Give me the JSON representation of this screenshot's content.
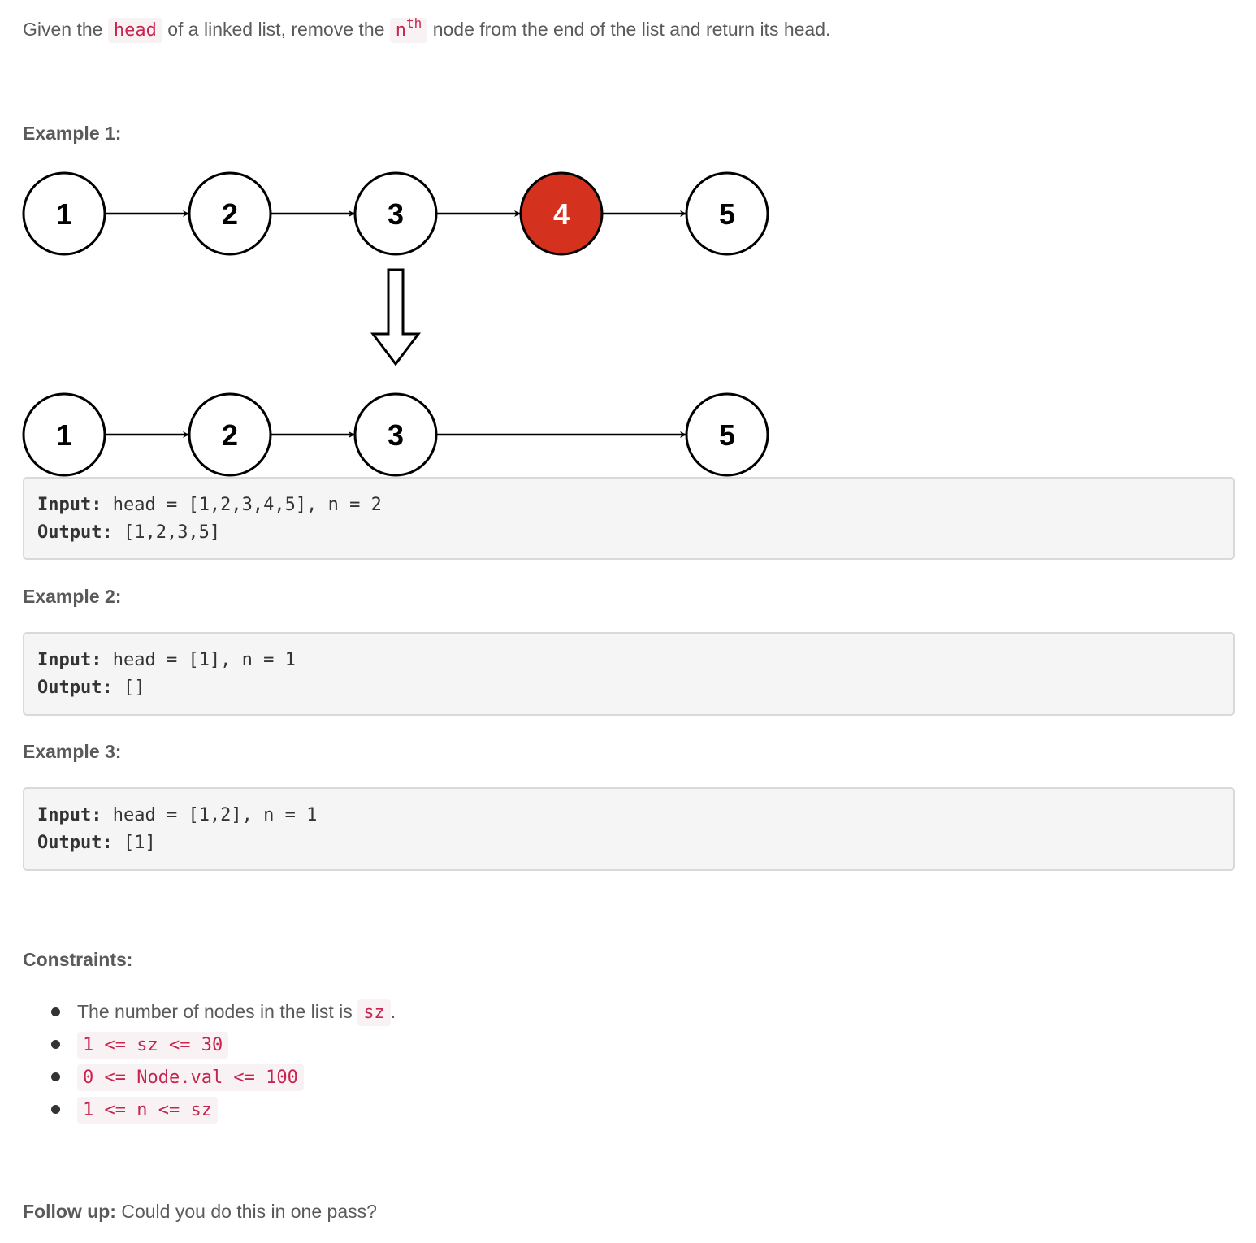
{
  "intro": {
    "prefix": "Given the",
    "code_head": "head",
    "middle": "of a linked list, remove the",
    "code_n": "n",
    "code_th": "th",
    "suffix": "node from the end of the list and return its head."
  },
  "examples": [
    {
      "heading": "Example 1:",
      "input_label": "Input:",
      "input_value": " head = [1,2,3,4,5], n = 2",
      "output_label": "Output:",
      "output_value": " [1,2,3,5]",
      "diagram": {
        "before_nodes": [
          "1",
          "2",
          "3",
          "4",
          "5"
        ],
        "after_nodes": [
          "1",
          "2",
          "3",
          "5"
        ],
        "removed_node": "4",
        "removed_color": "#d4311f",
        "node_fill": "#ffffff",
        "stroke_color": "#000000"
      }
    },
    {
      "heading": "Example 2:",
      "input_label": "Input:",
      "input_value": " head = [1], n = 1",
      "output_label": "Output:",
      "output_value": " []"
    },
    {
      "heading": "Example 3:",
      "input_label": "Input:",
      "input_value": " head = [1,2], n = 1",
      "output_label": "Output:",
      "output_value": " [1]"
    }
  ],
  "constraints": {
    "heading": "Constraints:",
    "items": [
      {
        "text": "The number of nodes in the list is",
        "code": "sz",
        "suffix": "."
      },
      {
        "text": "",
        "code": "1 <= sz <= 30",
        "suffix": ""
      },
      {
        "text": "",
        "code": "0 <= Node.val <= 100",
        "suffix": ""
      },
      {
        "text": "",
        "code": "1 <= n <= sz",
        "suffix": ""
      }
    ]
  },
  "followup": {
    "label": "Follow up:",
    "text": " Could you do this in one pass?"
  },
  "colors": {
    "text": "#5a5a5a",
    "code_text": "#c7254e",
    "code_bg": "#f9f2f4",
    "block_bg": "#f5f5f5",
    "block_border": "#d9d9d9",
    "accent_red": "#d4311f"
  }
}
